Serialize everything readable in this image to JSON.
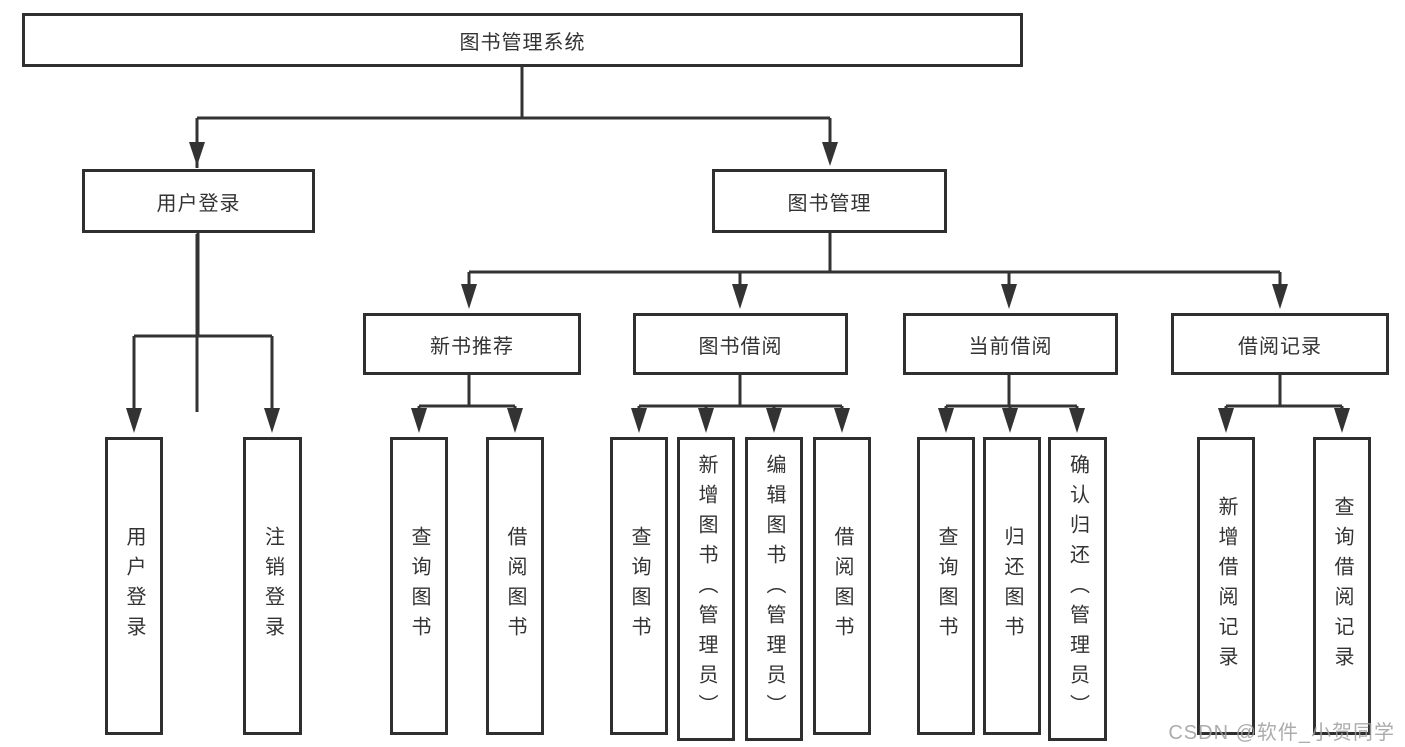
{
  "colors": {
    "line": "#333333",
    "box_border": "#2f2f2f",
    "text": "#333333",
    "watermark": "#9e9e9e",
    "background": "#ffffff"
  },
  "watermark": {
    "text": "CSDN @软件_小贺同学"
  },
  "tree": {
    "root": {
      "label": "图书管理系统"
    },
    "branches": [
      {
        "label": "用户登录",
        "children": [
          {
            "label": "用户登录"
          },
          {
            "label": "注销登录"
          }
        ]
      },
      {
        "label": "图书管理",
        "children": [
          {
            "label": "新书推荐",
            "children": [
              {
                "label": "查询图书"
              },
              {
                "label": "借阅图书"
              }
            ]
          },
          {
            "label": "图书借阅",
            "children": [
              {
                "label": "查询图书"
              },
              {
                "label": "新增图书（管理员）"
              },
              {
                "label": "编辑图书（管理员）"
              },
              {
                "label": "借阅图书"
              }
            ]
          },
          {
            "label": "当前借阅",
            "children": [
              {
                "label": "查询图书"
              },
              {
                "label": "归还图书"
              },
              {
                "label": "确认归还（管理员）"
              }
            ]
          },
          {
            "label": "借阅记录",
            "children": [
              {
                "label": "新增借阅记录"
              },
              {
                "label": "查询借阅记录"
              }
            ]
          }
        ]
      }
    ]
  }
}
